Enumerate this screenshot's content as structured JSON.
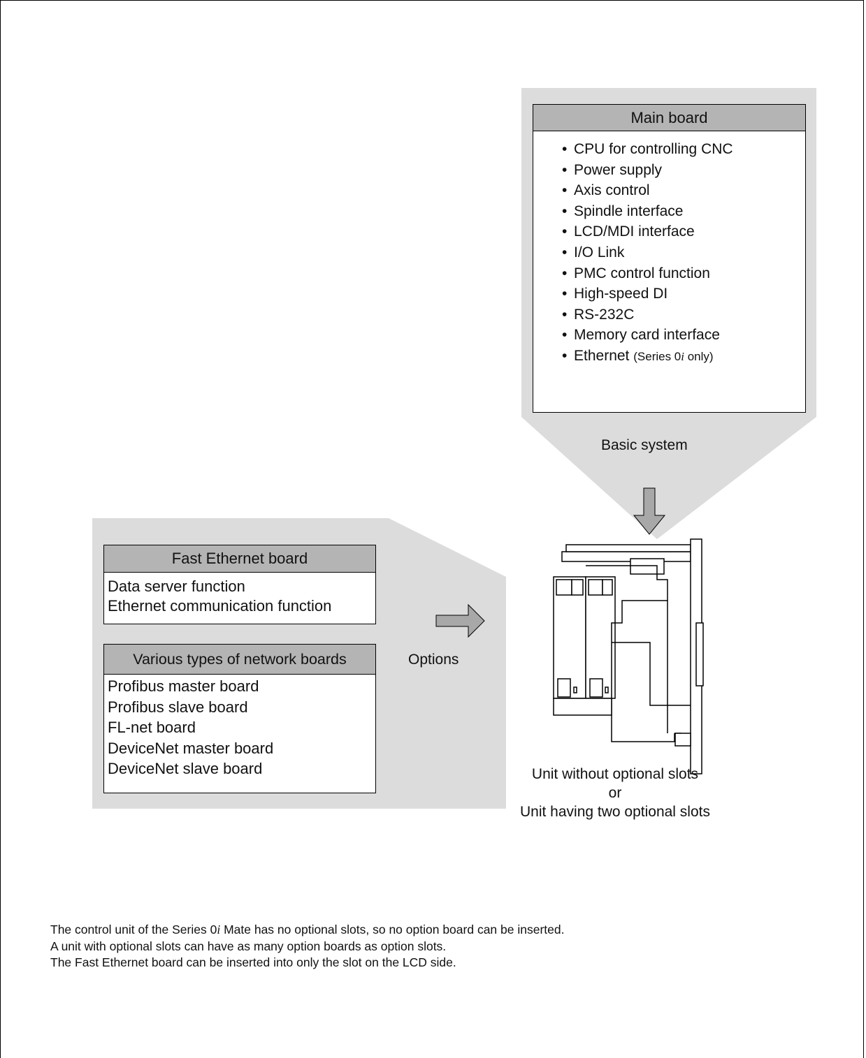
{
  "main_board": {
    "title": "Main board",
    "items": [
      "CPU for controlling CNC",
      "Power supply",
      "Axis control",
      "Spindle interface",
      "LCD/MDI interface",
      "I/O Link",
      "PMC control function",
      "High-speed DI",
      "RS-232C",
      "Memory card interface"
    ],
    "last_item": {
      "text": "Ethernet ",
      "note_prefix": "(Series 0",
      "note_italic": "i",
      "note_suffix": " only)"
    },
    "bullet": "•"
  },
  "basic_system_label": "Basic system",
  "options_label": "Options",
  "fast_ethernet_board": {
    "title": "Fast Ethernet board",
    "items": [
      "Data server function",
      "Ethernet communication function"
    ]
  },
  "network_boards": {
    "title": "Various types of network boards",
    "items": [
      "Profibus master board",
      "Profibus slave board",
      "FL-net board",
      "DeviceNet master board",
      "DeviceNet slave board"
    ]
  },
  "unit_caption": {
    "line1": "Unit without optional slots",
    "line2": "or",
    "line3": "Unit having two optional slots"
  },
  "notes": {
    "line1_prefix": "The control unit of the Series 0",
    "line1_italic": "i",
    "line1_suffix": " Mate has no optional slots, so no option board can be inserted.",
    "line2": "A unit with optional slots can have as many option boards as option slots.",
    "line3": "The Fast Ethernet board can be inserted into only the slot on the LCD side."
  },
  "colors": {
    "callout_gray": "#dcdcdc",
    "header_gray": "#b4b4b4",
    "arrow_gray": "#a8a8a8"
  }
}
